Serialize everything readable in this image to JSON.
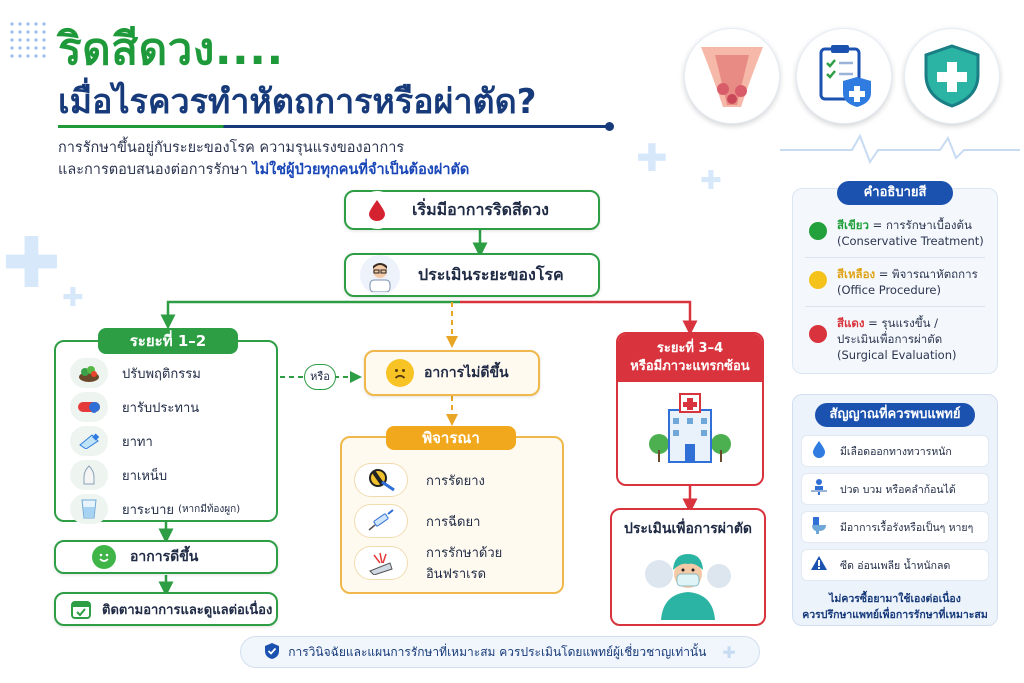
{
  "header": {
    "title_line1": "ริดสีดวง....",
    "title_line2": "เมื่อไรควรทำหัตถการหรือผ่าตัด?",
    "subtitle_line1": "การรักษาขึ้นอยู่กับระยะของโรค ความรุนแรงของอาการ",
    "subtitle_line2_a": "และการตอบสนองต่อการรักษา ",
    "subtitle_line2_b": "ไม่ใช่ผู้ป่วยทุกคนที่จำเป็นต้องผ่าตัด"
  },
  "header_icons": [
    "anatomy-icon",
    "clipboard-shield-icon",
    "medical-shield-icon"
  ],
  "flow": {
    "start": {
      "label": "เริ่มมีอาการริดสีดวง",
      "icon": "blood-drop-icon"
    },
    "assess": {
      "label": "ประเมินระยะของโรค",
      "icon": "doctor-icon"
    },
    "or_label": "หรือ",
    "stage12": {
      "label": "ระยะที่ 1–2",
      "items": [
        {
          "label": "ปรับพฤติกรรม",
          "icon": "vegetables-icon"
        },
        {
          "label": "ยารับประทาน",
          "icon": "pill-icon"
        },
        {
          "label": "ยาทา",
          "icon": "ointment-icon"
        },
        {
          "label": "ยาเหน็บ",
          "icon": "suppository-icon"
        },
        {
          "label": "ยาระบาย",
          "note": "(หากมีท้องผูก)",
          "icon": "water-glass-icon"
        }
      ],
      "better": "อาการดีขึ้น",
      "follow": "ติดตามอาการและดูแลต่อเนื่อง"
    },
    "not_better": "อาการไม่ดีขึ้น",
    "consider": {
      "label": "พิจารณา",
      "items": [
        {
          "label": "การรัดยาง",
          "icon": "rubber-band-icon"
        },
        {
          "label": "การฉีดยา",
          "icon": "syringe-icon"
        },
        {
          "label": "การรักษาด้วยอินฟราเรด",
          "icon": "infrared-icon"
        }
      ]
    },
    "stage34": {
      "line1": "ระยะที่ 3–4",
      "line2": "หรือมีภาวะแทรกซ้อน",
      "icon": "hospital-icon"
    },
    "surgery": {
      "label": "ประเมินเพื่อการผ่าตัด",
      "icon": "surgeon-icon"
    }
  },
  "legend": {
    "title": "คำอธิบายสี",
    "items": [
      {
        "color": "#22a03c",
        "name": "สีเขียว",
        "text": " = การรักษาเบื้องต้น",
        "en": "(Conservative Treatment)"
      },
      {
        "color": "#f4c21a",
        "name": "สีเหลือง",
        "text": " = พิจารณาหัตถการ",
        "en": "(Office Procedure)"
      },
      {
        "color": "#d9343d",
        "name": "สีแดง",
        "text": " = รุนแรงขึ้น /",
        "text2": "ประเมินเพื่อการผ่าตัด",
        "en": "(Surgical Evaluation)"
      }
    ]
  },
  "warning": {
    "title": "สัญญาณที่ควรพบแพทย์",
    "items": [
      {
        "text": "มีเลือดออกทางทวารหนัก",
        "icon": "drop-icon"
      },
      {
        "text": "ปวด บวม หรือคลำก้อนได้",
        "icon": "pain-icon"
      },
      {
        "text": "มีอาการเรื้อรังหรือเป็นๆ หายๆ",
        "icon": "toilet-icon"
      },
      {
        "text": "ซีด อ่อนเพลีย น้ำหนักลด",
        "icon": "alert-icon"
      }
    ],
    "note1": "ไม่ควรซื้อยามาใช้เองต่อเนื่อง",
    "note2": "ควรปรึกษาแพทย์เพื่อการรักษาที่เหมาะสม"
  },
  "footer": {
    "text": "การวินิจฉัยและแผนการรักษาที่เหมาะสม ควรประเมินโดยแพทย์ผู้เชี่ยวชาญเท่านั้น"
  },
  "colors": {
    "green": "#2e9e45",
    "yellow": "#f0b84a",
    "red": "#d9343d",
    "navy": "#173a7a",
    "blue": "#1b52b0"
  }
}
